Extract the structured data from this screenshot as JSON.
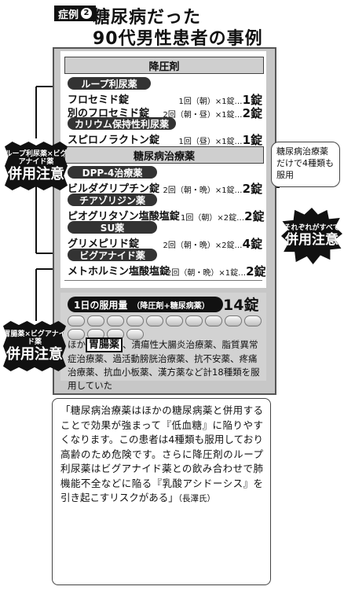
{
  "header": {
    "case_label": "症例",
    "case_number": "2",
    "title_line1": "糖尿病だった",
    "title_line2": "90代男性患者の事例"
  },
  "antihypertensive": {
    "heading": "降圧剤",
    "groups": [
      {
        "category": "ループ利尿薬",
        "drugs": [
          {
            "name": "フロセミド錠",
            "dose": "1回（朝）×1錠…",
            "count": "1錠"
          },
          {
            "name": "別のフロセミド錠",
            "dose": "2回（朝・昼）×1錠…",
            "count": "2錠"
          }
        ]
      },
      {
        "category": "カリウム保持性利尿薬",
        "drugs": [
          {
            "name": "スピロノラクトン錠",
            "dose": "1回（昼）×1錠…",
            "count": "1錠"
          }
        ]
      }
    ]
  },
  "diabetes": {
    "heading": "糖尿病治療薬",
    "groups": [
      {
        "category": "DPP-4治療薬",
        "drugs": [
          {
            "name": "ビルダグリプチン錠",
            "dose": "2回（朝・晩）×1錠…",
            "count": "2錠"
          }
        ]
      },
      {
        "category": "チアゾリジン薬",
        "drugs": [
          {
            "name": "ピオグリタゾン塩酸塩錠",
            "dose": "1回（朝）×2錠…",
            "count": "2錠"
          }
        ]
      },
      {
        "category": "SU薬",
        "drugs": [
          {
            "name": "グリメピリド錠",
            "dose": "2回（朝・晩）×2錠…",
            "count": "4錠"
          }
        ]
      },
      {
        "category": "ビグアナイド薬",
        "drugs": [
          {
            "name": "メトホルミン塩酸塩錠",
            "dose": "2回（朝・晩）×1錠…",
            "count": "2錠"
          }
        ]
      }
    ]
  },
  "daily": {
    "label": "1日の服用量",
    "sublabel": "（降圧剤+糖尿病薬）",
    "total": "14錠",
    "pill_count": 14
  },
  "other": {
    "prefix": "ほか",
    "highlight": "胃腸薬",
    "text": "、潰瘍性大腸炎治療薬、脂質異常症治療薬、過活動膀胱治療薬、抗不安薬、疼痛治療薬、抗血小板薬、漢方薬など計18種類を服用していた"
  },
  "callouts": {
    "left_top_small": "ループ利尿薬×ビグアナイド薬",
    "left_top_big": "併用注意",
    "left_bottom_small": "胃腸薬×ビグアナイド薬",
    "left_bottom_big": "併用注意",
    "right_bubble": "糖尿病治療薬だけで4種類も服用",
    "right_burst_small": "それぞれがすべて",
    "right_burst_big": "併用注意"
  },
  "quote": {
    "text": "「糖尿病治療薬はほかの糖尿病薬と併用することで効果が強まって『低血糖』に陥りやすくなります。この患者は4種類も服用しており高齢のため危険です。さらに降圧剤のループ利尿薬はビグアナイド薬との飲み合わせで肺機能不全などに陥る『乳酸アシドーシス』を引き起こすリスクがある」",
    "attribution": "（長澤氏）"
  }
}
